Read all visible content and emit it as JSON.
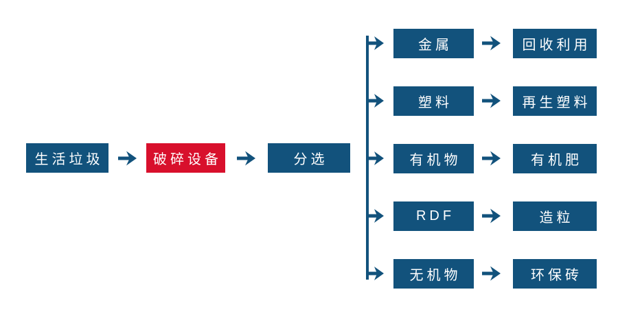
{
  "diagram": {
    "title_semantic": "household-waste-processing-flow",
    "colors": {
      "primary_blue": "#12527C",
      "accent_red": "#D8102C",
      "text_white": "#FFFFFF",
      "background": "#FFFFFF"
    },
    "main_flow": {
      "source_label": "生活垃圾",
      "crusher_label": "破碎设备",
      "sorting_label": "分选"
    },
    "branches": [
      {
        "category": "金属",
        "result": "回收利用"
      },
      {
        "category": "塑料",
        "result": "再生塑料"
      },
      {
        "category": "有机物",
        "result": "有机肥"
      },
      {
        "category": "RDF",
        "result": "造粒"
      },
      {
        "category": "无机物",
        "result": "环保砖"
      }
    ]
  }
}
